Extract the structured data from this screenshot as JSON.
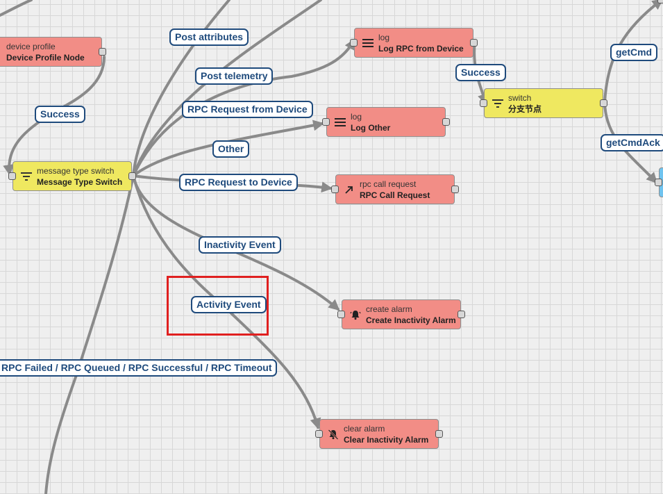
{
  "canvas": {
    "edge_labels": {
      "post_attributes": "Post attributes",
      "post_telemetry": "Post telemetry",
      "rpc_request_from_device": "RPC Request from Device",
      "other": "Other",
      "rpc_request_to_device": "RPC Request to Device",
      "inactivity_event": "Inactivity Event",
      "activity_event": "Activity Event",
      "rpc_status": "RPC Failed / RPC Queued / RPC Successful / RPC Timeout",
      "success_left": "Success",
      "success_right": "Success",
      "getcmd": "getCmd",
      "getcmdack": "getCmdAck"
    },
    "nodes": {
      "device_profile": {
        "type": "device profile",
        "name": "Device Profile Node",
        "color": "#f28d86"
      },
      "message_type_switch": {
        "type": "message type switch",
        "name": "Message Type Switch",
        "color": "#efe860",
        "icon": "filter-icon"
      },
      "log_rpc": {
        "type": "log",
        "name": "Log RPC from Device",
        "color": "#f28d86",
        "icon": "menu-lines-icon"
      },
      "log_other": {
        "type": "log",
        "name": "Log Other",
        "color": "#f28d86",
        "icon": "menu-lines-icon"
      },
      "rpc_call": {
        "type": "rpc call request",
        "name": "RPC Call Request",
        "color": "#f28d86",
        "icon": "arrow-up-right-icon"
      },
      "create_alarm": {
        "type": "create alarm",
        "name": "Create Inactivity Alarm",
        "color": "#f28d86",
        "icon": "bell-icon"
      },
      "clear_alarm": {
        "type": "clear alarm",
        "name": "Clear Inactivity Alarm",
        "color": "#f28d86",
        "icon": "bell-off-icon"
      },
      "switch": {
        "type": "switch",
        "name": "分支节点",
        "color": "#efe860",
        "icon": "filter-icon"
      }
    },
    "edge_color": "#8a8a8a",
    "label_color": "#1e4a7c",
    "highlight_color": "#e02020"
  }
}
